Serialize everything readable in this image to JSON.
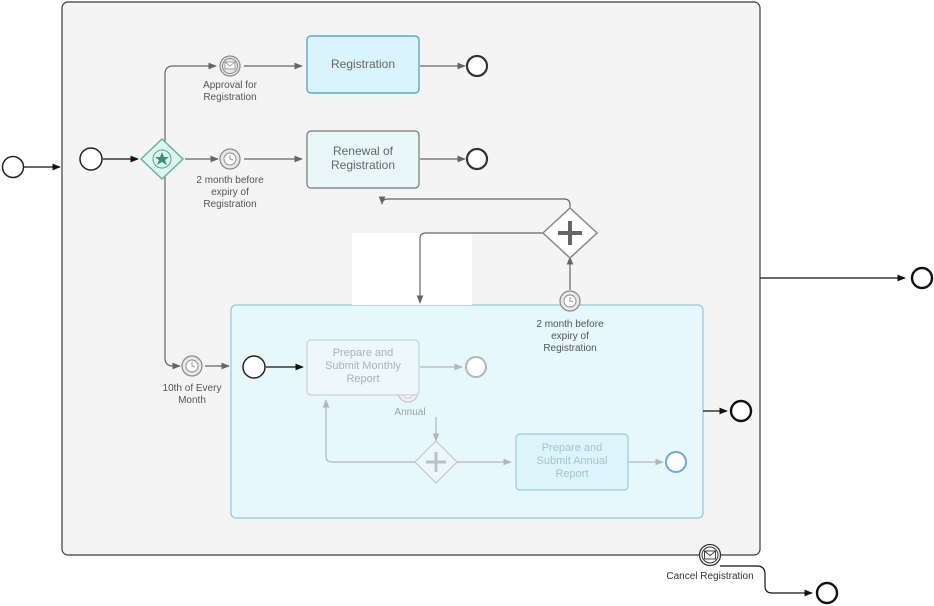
{
  "diagram": {
    "tasks": {
      "registration": "Registration",
      "renewal_line1": "Renewal of",
      "renewal_line2": "Registration",
      "inner_task1_line1": "Prepare and",
      "inner_task1_line2": "Submit Monthly",
      "inner_task1_line3": "Report",
      "inner_task2_line1": "Prepare and",
      "inner_task2_line2": "Submit Annual",
      "inner_task2_line3": "Report"
    },
    "labels": {
      "approval_line1": "Approval for",
      "approval_line2": "Registration",
      "two_month_line1": "2 month before",
      "two_month_line2": "expiry of",
      "two_month_line3": "Registration",
      "tenth_line1": "10th of Every",
      "tenth_line2": "Month",
      "inner_timer_line1": "2 month before",
      "inner_timer_line2": "expiry of",
      "inner_timer_line3": "Registration",
      "annual": "Annual",
      "cancel": "Cancel Registration"
    },
    "colors": {
      "task_fill": "#d9f4fb",
      "task_stroke": "#5aa8d0",
      "container_fill": "#f4f4f4",
      "subprocess_fill": "#e6f8fc",
      "subprocess_stroke": "#8cc9e0",
      "gateway_fill": "#dff6ee",
      "gateway_stroke": "#5fb8a0",
      "flow": "#6e6e6e",
      "event_stroke": "#222222"
    }
  }
}
